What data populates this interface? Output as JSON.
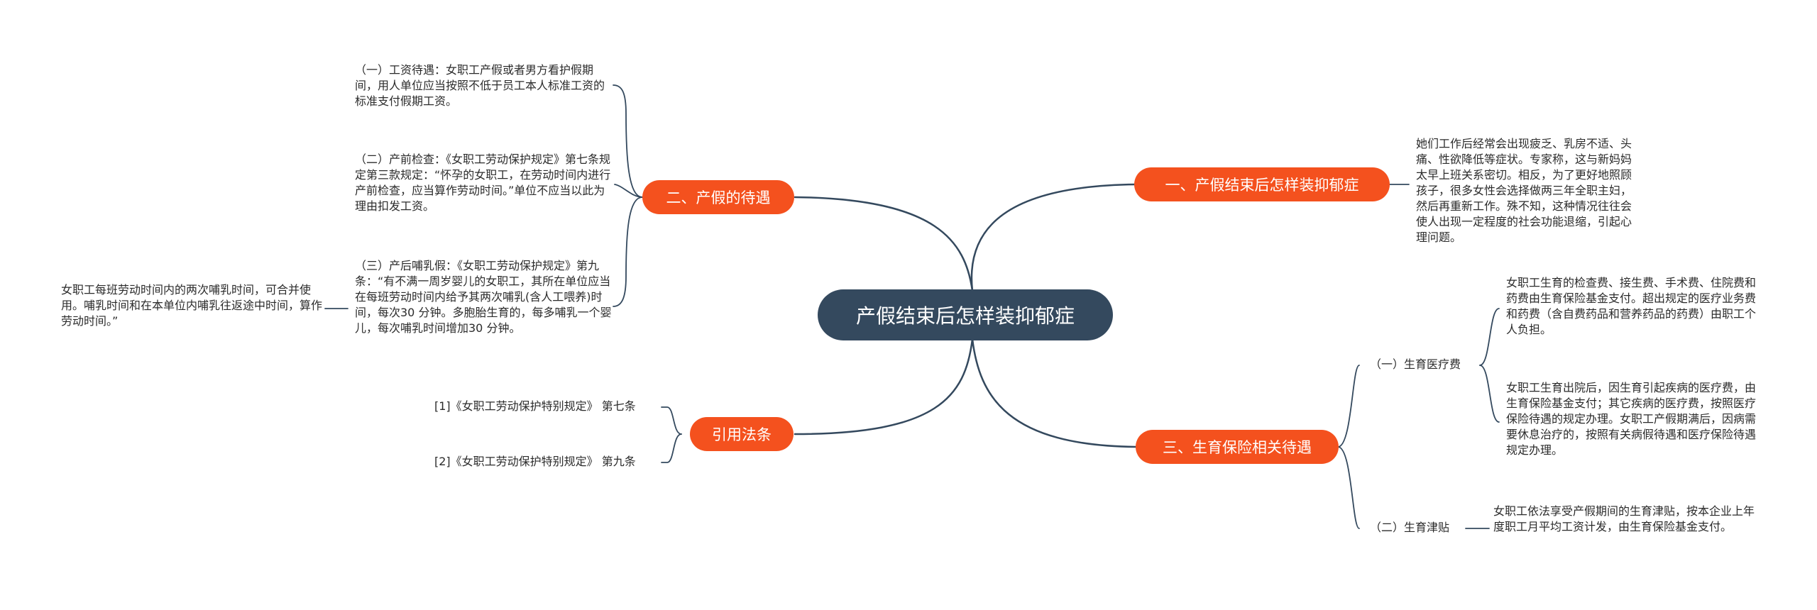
{
  "root": {
    "label": "产假结束后怎样装抑郁症"
  },
  "branches": {
    "b1": {
      "label": "一、产假结束后怎样装抑郁症"
    },
    "b2": {
      "label": "二、产假的待遇"
    },
    "b3": {
      "label": "三、生育保险相关待遇"
    },
    "b4": {
      "label": "引用法条"
    }
  },
  "leaves": {
    "b1_text": "她们工作后经常会出现疲乏、乳房不适、头痛、性欲降低等症状。专家称，这与新妈妈太早上班关系密切。相反，为了更好地照顾孩子，很多女性会选择做两三年全职主妇，然后再重新工作。殊不知，这种情况往往会使人出现一定程度的社会功能退缩，引起心理问题。",
    "b2_wage": "（一）工资待遇：女职工产假或者男方看护假期间，用人单位应当按照不低于员工本人标准工资的标准支付假期工资。",
    "b2_prenatal": "（二）产前检查：《女职工劳动保护规定》第七条规定第三款规定：“怀孕的女职工，在劳动时间内进行产前检查，应当算作劳动时间。”单位不应当以此为理由扣发工资。",
    "b2_nursing": "（三）产后哺乳假：《女职工劳动保护规定》第九条：“有不满一周岁婴儿的女职工，其所在单位应当在每班劳动时间内给予其两次哺乳(含人工喂养)时间，每次30 分钟。多胞胎生育的，每多哺乳一个婴儿，每次哺乳时间增加30 分钟。",
    "b2_nursing_detail": "女职工每班劳动时间内的两次哺乳时间，可合并使用。哺乳时间和在本单位内哺乳往返途中时间，算作劳动时间。”",
    "b3_medical": "（一）生育医疗费",
    "b3_medical_a": "女职工生育的检查费、接生费、手术费、住院费和药费由生育保险基金支付。超出规定的医疗业务费和药费（含自费药品和营养药品的药费）由职工个人负担。",
    "b3_medical_b": "女职工生育出院后，因生育引起疾病的医疗费，由生育保险基金支付；其它疾病的医疗费，按照医疗保险待遇的规定办理。女职工产假期满后，因病需要休息治疗的，按照有关病假待遇和医疗保险待遇规定办理。",
    "b3_allowance": "（二）生育津贴",
    "b3_allowance_text": "女职工依法享受产假期间的生育津贴，按本企业上年度职工月平均工资计发，由生育保险基金支付。",
    "b4_ref1": "[1]《女职工劳动保护特别规定》 第七条",
    "b4_ref2": "[2]《女职工劳动保护特别规定》 第九条"
  },
  "colors": {
    "root_bg": "#34495e",
    "branch_bg": "#f4511e",
    "line": "#34495e",
    "background": "#ffffff"
  }
}
